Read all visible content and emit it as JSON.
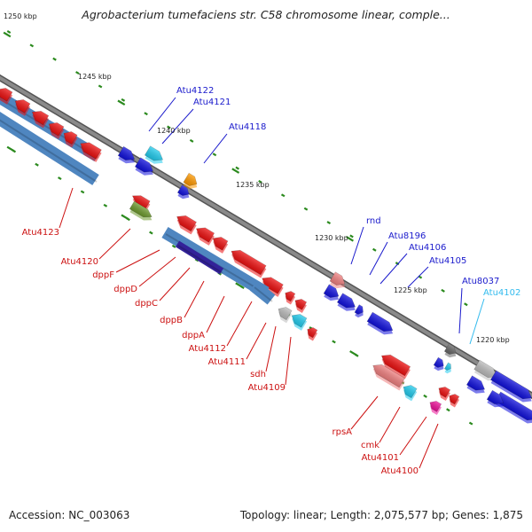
{
  "title": "Agrobacterium tumefaciens str. C58 chromosome linear, comple...",
  "footer": {
    "accession": "Accession: NC_003063",
    "topology": "Topology: linear; Length: 2,075,577 bp; Genes: 1,875"
  },
  "colors": {
    "backbone": "#8a8a8a",
    "tick": "#2b8a1e",
    "forward_label": "#1a1acc",
    "reverse_label": "#cc1111",
    "highlight_label": "#33bbee",
    "gene_red": "#ee1111",
    "gene_blue": "#1111dd",
    "gene_steel": "#4f86c0",
    "gene_cyan": "#22ccee",
    "gene_orange": "#ff9900",
    "gene_olive": "#6e9b2e",
    "gene_pink": "#f08080",
    "gene_gray": "#bbbbbb",
    "gene_magenta": "#ee1199",
    "gene_darkgray": "#666666",
    "gene_purple": "#332299"
  },
  "scale_labels": [
    "1250 kbp",
    "1245 kbp",
    "1240 kbp",
    "1235 kbp",
    "1230 kbp",
    "1225 kbp",
    "1220 kbp"
  ],
  "forward_gene_labels": [
    "Atu4122",
    "Atu4121",
    "Atu4118",
    "rnd",
    "Atu8196",
    "Atu4106",
    "Atu4105",
    "Atu8037"
  ],
  "highlight_gene_labels": [
    "Atu4102"
  ],
  "reverse_gene_labels": [
    "Atu4123",
    "Atu4120",
    "dppF",
    "dppD",
    "dppC",
    "dppB",
    "dppA",
    "Atu4112",
    "Atu4111",
    "sdh",
    "Atu4109",
    "rpsA",
    "cmk",
    "Atu4101",
    "Atu4100"
  ]
}
